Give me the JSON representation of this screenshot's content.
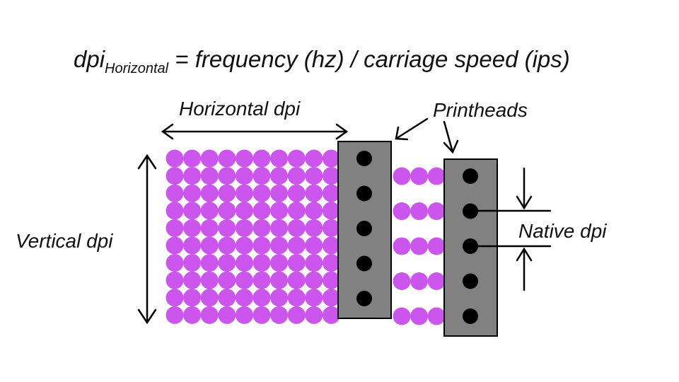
{
  "formula": {
    "lhs": "dpi",
    "lhs_subscript": "Horizontal",
    "rhs": " = frequency (hz) / carriage speed (ips)"
  },
  "labels": {
    "horizontal_dpi": "Horizontal dpi",
    "vertical_dpi": "Vertical dpi",
    "printheads": "Printheads",
    "native_dpi": "Native dpi"
  },
  "colors": {
    "dot": "#cc55ee",
    "printhead": "#818181",
    "nozzle": "#000000",
    "ink": "#000000"
  },
  "dot_grid": {
    "columns": 10,
    "rows": 10
  },
  "printhead_1": {
    "nozzles": 5
  },
  "printhead_2": {
    "nozzles": 5
  },
  "between_heads": {
    "rows": 5,
    "dots_per_row": 3
  }
}
